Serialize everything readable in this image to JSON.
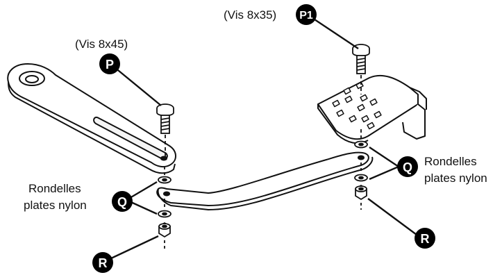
{
  "labels": {
    "screw_p1_spec": "(Vis 8x35)",
    "screw_p_spec": "(Vis 8x45)",
    "washers_left_line1": "Rondelles",
    "washers_left_line2": "plates nylon",
    "washers_right_line1": "Rondelles",
    "washers_right_line2": "plates nylon"
  },
  "callouts": {
    "p1": "P1",
    "p": "P",
    "q_left": "Q",
    "q_right": "Q",
    "r_left": "R",
    "r_right": "R"
  },
  "colors": {
    "ink": "#111111",
    "callout_fill": "#000000",
    "callout_text": "#ffffff",
    "paper": "#ffffff"
  }
}
